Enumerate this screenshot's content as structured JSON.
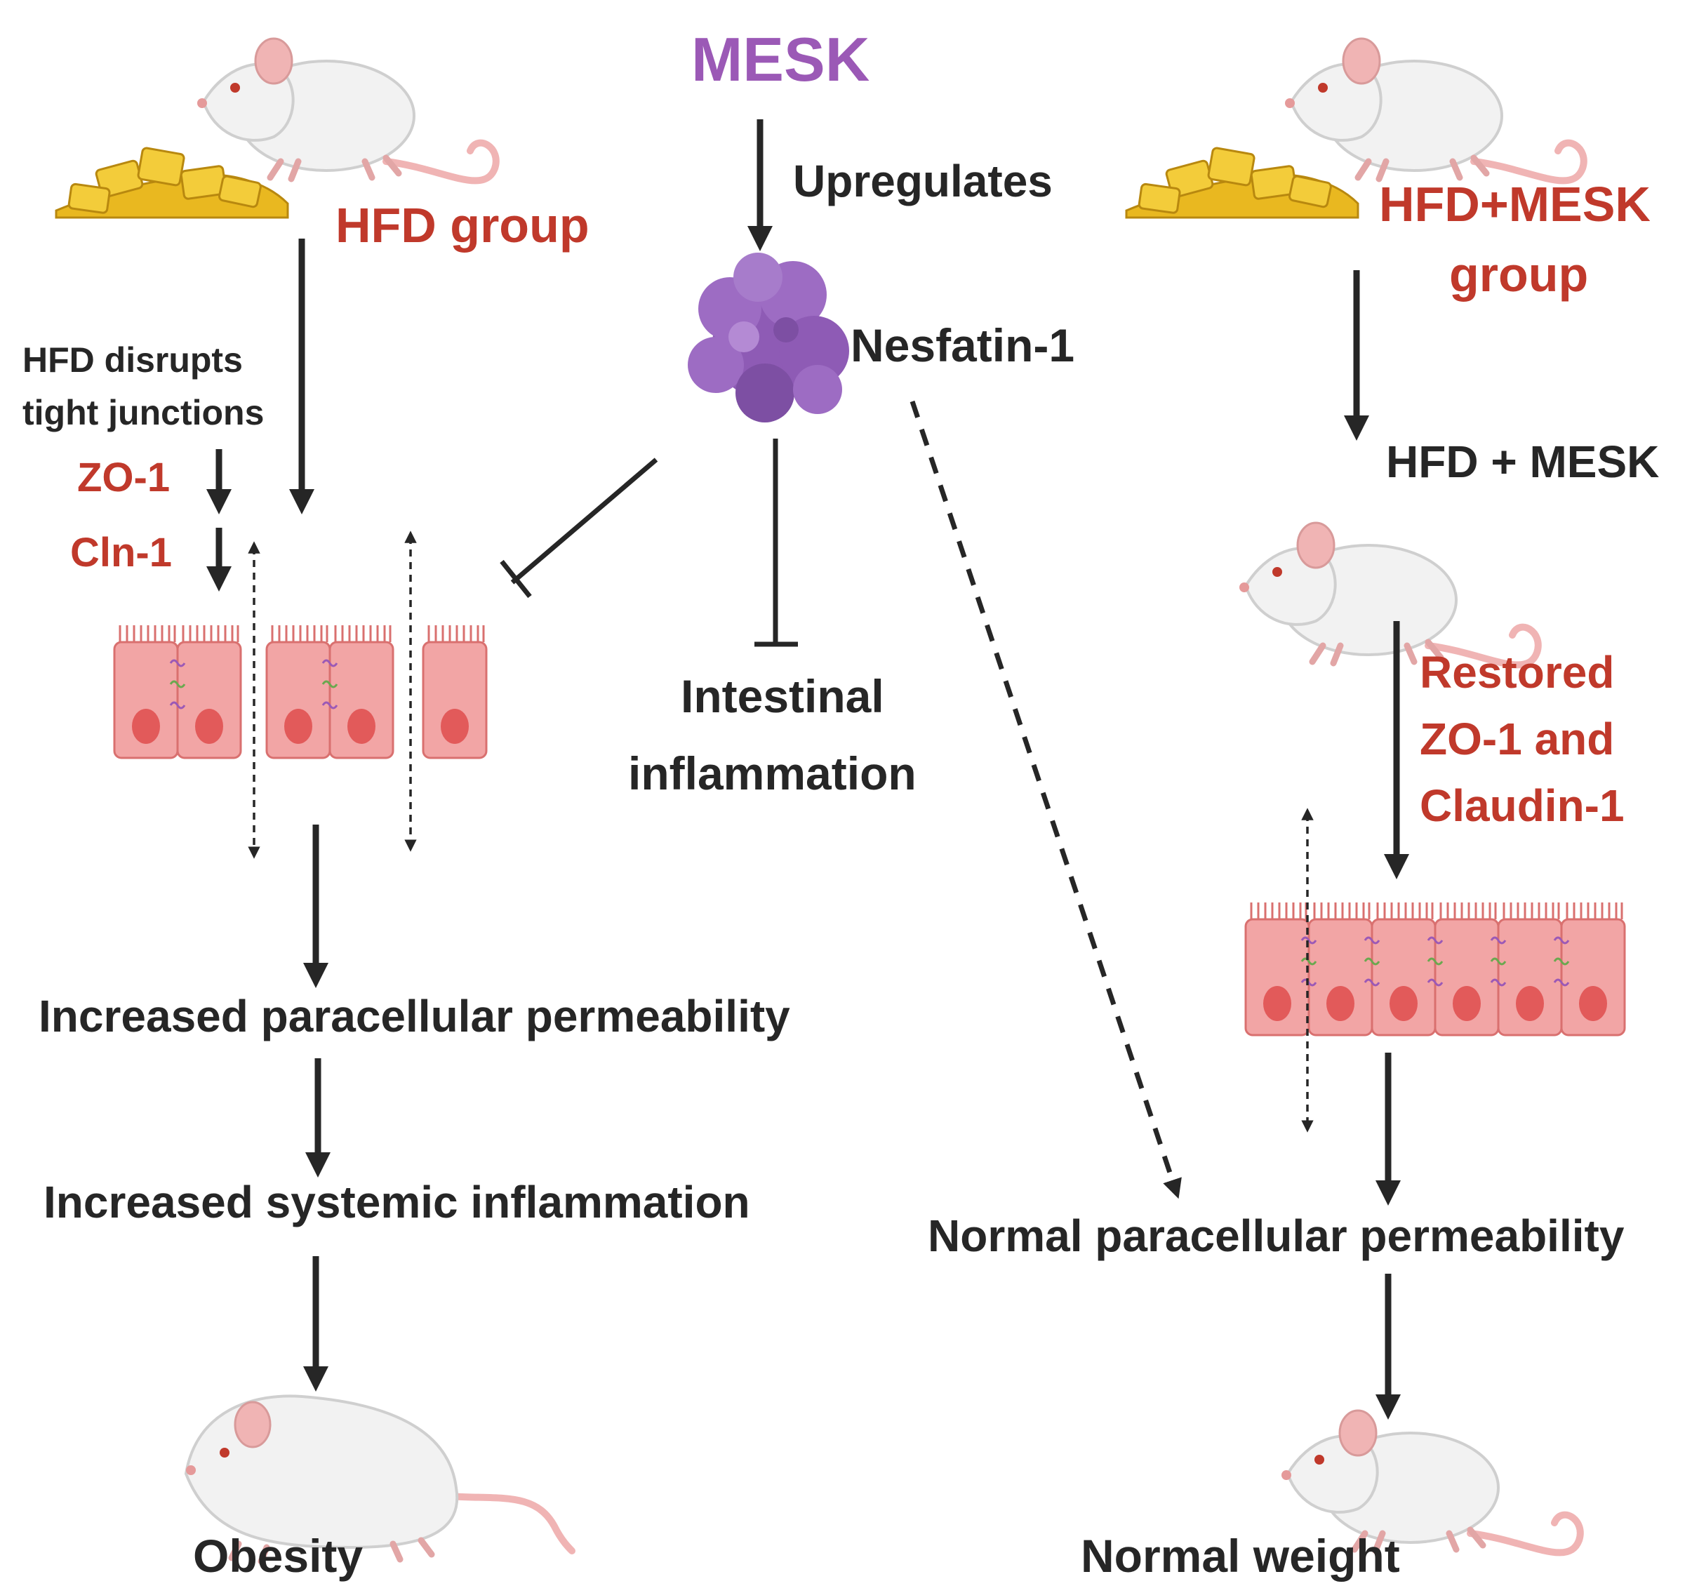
{
  "center": {
    "drug": "MESK",
    "upregulates": "Upregulates",
    "protein": "Nesfatin-1",
    "inflammation_line1": "Intestinal",
    "inflammation_line2": "inflammation"
  },
  "left": {
    "group": "HFD group",
    "disrupts_line1": "HFD disrupts",
    "disrupts_line2": "tight junctions",
    "marker1": "ZO-1",
    "marker2": "Cln-1",
    "permeability": "Increased paracellular permeability",
    "systemic": "Increased systemic inflammation",
    "outcome": "Obesity"
  },
  "right": {
    "group_line1": "HFD+MESK",
    "group_line2": "group",
    "treatment": "HFD + MESK",
    "restored_line1": "Restored",
    "restored_line2": "ZO-1 and",
    "restored_line3": "Claudin-1",
    "permeability": "Normal paracellular permeability",
    "outcome": "Normal weight"
  },
  "colors": {
    "text_dark": "#262626",
    "accent_red": "#c0392b",
    "drug_purple": "#9b59b6",
    "protein_purple": "#8e5bb5",
    "cell_fill": "#f2a5a5",
    "cell_stroke": "#d9706f",
    "nucleus": "#e25a5a",
    "food_yellow": "#e9b820",
    "mouse_white": "#f2f2f2",
    "mouse_pink": "#f0b4b4"
  }
}
